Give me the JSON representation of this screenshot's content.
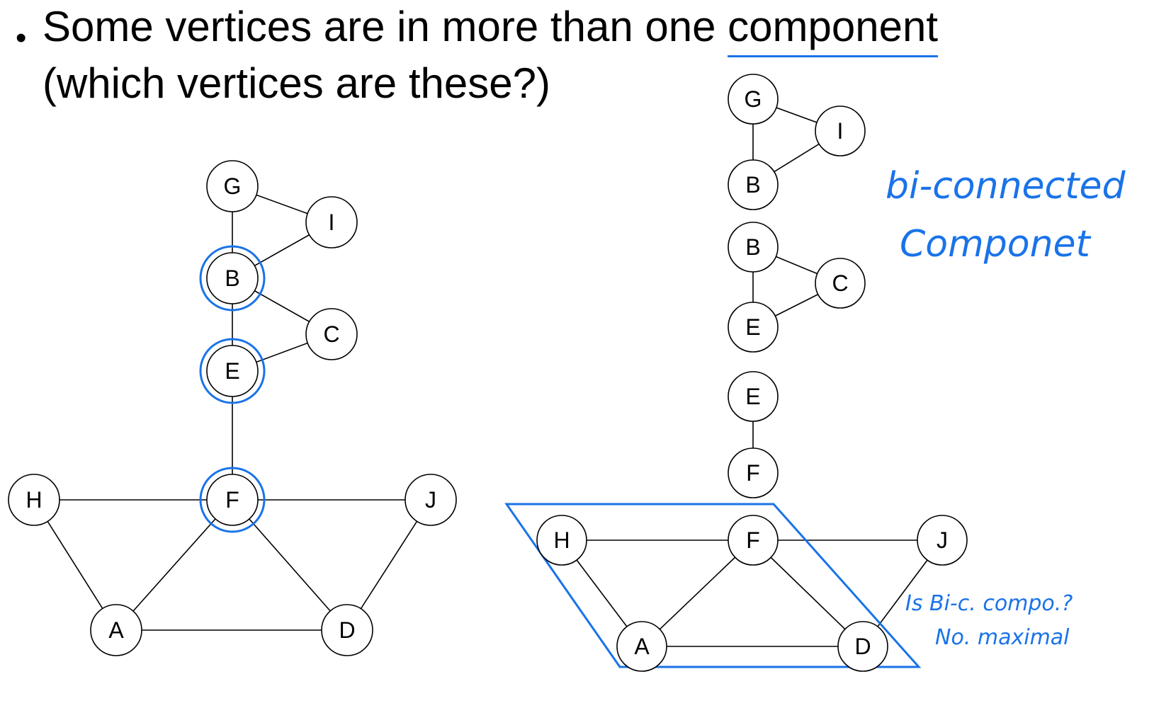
{
  "text": {
    "bullet": "•",
    "line1_prefix": "Some vertices are in more than one ",
    "line1_highlight": "component",
    "line2": "(which vertices are these?)"
  },
  "annotations": {
    "bicon1": "bi-connected",
    "bicon2": "Componet",
    "q1": "Is Bi-c. compo.?",
    "q2": "No. maximal"
  },
  "colors": {
    "accent": "#1a73e8",
    "ink": "#000000"
  },
  "left_graph": {
    "nodes": [
      {
        "id": "G",
        "label": "G"
      },
      {
        "id": "I",
        "label": "I"
      },
      {
        "id": "B",
        "label": "B",
        "highlight": true
      },
      {
        "id": "C",
        "label": "C"
      },
      {
        "id": "E",
        "label": "E",
        "highlight": true
      },
      {
        "id": "F",
        "label": "F",
        "highlight": true
      },
      {
        "id": "H",
        "label": "H"
      },
      {
        "id": "J",
        "label": "J"
      },
      {
        "id": "A",
        "label": "A"
      },
      {
        "id": "D",
        "label": "D"
      }
    ],
    "edges": [
      [
        "G",
        "I"
      ],
      [
        "G",
        "B"
      ],
      [
        "I",
        "B"
      ],
      [
        "B",
        "C"
      ],
      [
        "B",
        "E"
      ],
      [
        "C",
        "E"
      ],
      [
        "E",
        "F"
      ],
      [
        "H",
        "F"
      ],
      [
        "F",
        "J"
      ],
      [
        "H",
        "A"
      ],
      [
        "F",
        "A"
      ],
      [
        "F",
        "D"
      ],
      [
        "J",
        "D"
      ],
      [
        "A",
        "D"
      ]
    ]
  },
  "right_components": [
    {
      "nodes": [
        {
          "id": "G",
          "label": "G"
        },
        {
          "id": "I",
          "label": "I"
        },
        {
          "id": "B",
          "label": "B"
        }
      ]
    },
    {
      "nodes": [
        {
          "id": "B",
          "label": "B"
        },
        {
          "id": "C",
          "label": "C"
        },
        {
          "id": "E",
          "label": "E"
        }
      ]
    },
    {
      "nodes": [
        {
          "id": "E",
          "label": "E"
        },
        {
          "id": "F",
          "label": "F"
        }
      ]
    },
    {
      "nodes": [
        {
          "id": "H",
          "label": "H"
        },
        {
          "id": "F",
          "label": "F"
        },
        {
          "id": "J",
          "label": "J"
        },
        {
          "id": "A",
          "label": "A"
        },
        {
          "id": "D",
          "label": "D"
        }
      ]
    }
  ]
}
